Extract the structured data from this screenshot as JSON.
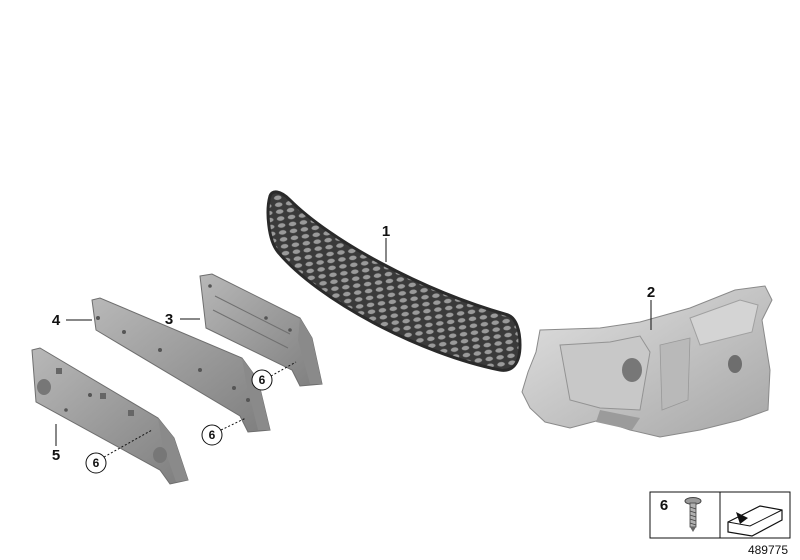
{
  "parts": [
    {
      "number": "1",
      "name": "grille"
    },
    {
      "number": "2",
      "name": "bracket"
    },
    {
      "number": "3",
      "name": "plate-base-small"
    },
    {
      "number": "4",
      "name": "plate-base-medium"
    },
    {
      "number": "5",
      "name": "plate-base-large"
    }
  ],
  "screw_callouts": [
    "6",
    "6",
    "6"
  ],
  "legend": {
    "number": "6"
  },
  "diagram_number": "489775"
}
